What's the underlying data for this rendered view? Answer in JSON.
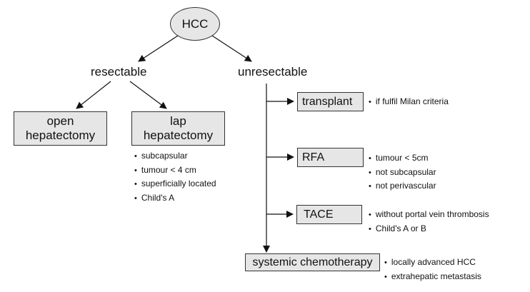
{
  "root": {
    "label": "HCC"
  },
  "branches": {
    "resectable": {
      "label": "resectable",
      "options": [
        {
          "label_lines": [
            "open",
            "hepatectomy"
          ],
          "criteria": []
        },
        {
          "label_lines": [
            "lap",
            "hepatectomy"
          ],
          "criteria": [
            "subcapsular",
            "tumour < 4 cm",
            "superficially located",
            "Child's A"
          ]
        }
      ]
    },
    "unresectable": {
      "label": "unresectable",
      "options": [
        {
          "label": "transplant",
          "criteria": [
            "if fulfil Milan criteria"
          ]
        },
        {
          "label": "RFA",
          "criteria": [
            "tumour < 5cm",
            "not subcapsular",
            "not perivascular"
          ]
        },
        {
          "label": "TACE",
          "criteria": [
            "without portal vein thrombosis",
            "Child's A or B"
          ]
        },
        {
          "label": "systemic chemotherapy",
          "criteria": [
            "locally advanced HCC",
            "extrahepatic metastasis"
          ]
        }
      ]
    }
  },
  "colors": {
    "node_fill": "#e6e6e6",
    "stroke": "#333333",
    "text": "#111111"
  }
}
